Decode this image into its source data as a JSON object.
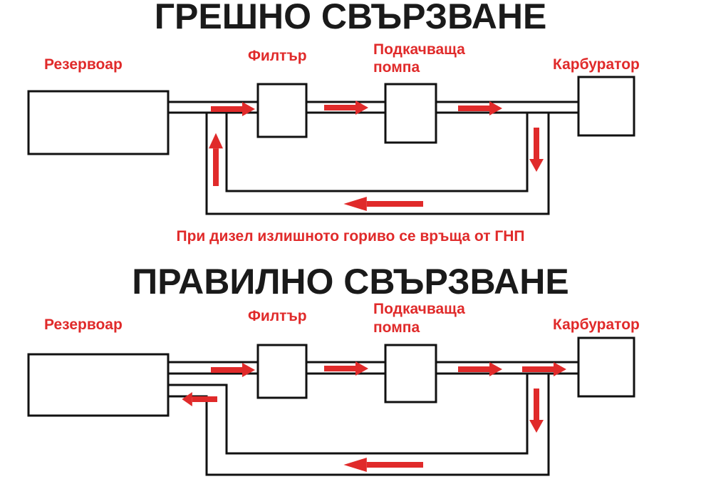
{
  "colors": {
    "label": "#e02a2a",
    "title": "#1a1a1a",
    "arrow": "#e02a2a",
    "line": "#111111"
  },
  "wrong": {
    "title": "ГРЕШНО СВЪРЗВАНЕ",
    "labels": {
      "tank": "Резервоар",
      "filter": "Филтър",
      "pump_line1": "Подкачваща",
      "pump_line2": "помпа",
      "carburetor": "Карбуратор"
    }
  },
  "note": "При дизел излишното гориво се връща от ГНП",
  "right": {
    "title": "ПРАВИЛНО СВЪРЗВАНЕ",
    "labels": {
      "tank": "Резервоар",
      "filter": "Филтър",
      "pump_line1": "Подкачваща",
      "pump_line2": "помпа",
      "carburetor": "Карбуратор"
    }
  }
}
